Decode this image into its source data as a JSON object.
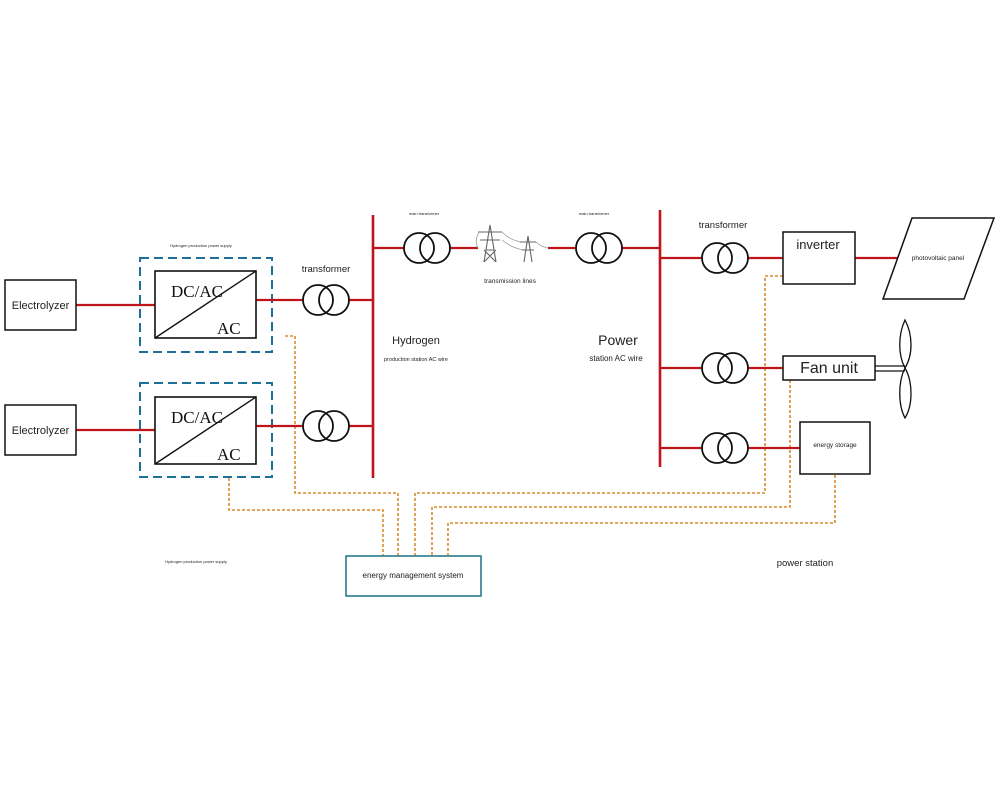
{
  "colors": {
    "ac_wire": "#c0141c",
    "control_wire": "#d98a2b",
    "supply_frame": "#1f6f9b",
    "ems_border": "#2a7a8a",
    "outline": "#111111"
  },
  "hydrogen_side": {
    "supply_caption_top": "Hydrogen production power supply",
    "supply_caption_bottom": "Hydrogen production power supply",
    "electrolyzer_1": "Electrolyzer",
    "electrolyzer_2": "Electrolyzer",
    "converter_1": {
      "top": "DC/AC",
      "bottom": "AC"
    },
    "converter_2": {
      "top": "DC/AC",
      "bottom": "AC"
    },
    "transformer_label": "transformer",
    "bus_title": "Hydrogen",
    "bus_subtitle": "production station AC wire"
  },
  "transmission": {
    "main_transformer_left": "main transformer",
    "main_transformer_right": "main transformer",
    "lines_label": "transmission lines"
  },
  "power_side": {
    "bus_title": "Power",
    "bus_subtitle": "station AC wire",
    "transformer_label": "transformer",
    "inverter": "inverter",
    "pv_panel": "photovoltaic panel",
    "fan_unit": "Fan unit",
    "energy_storage": "energy storage",
    "station_label": "power station"
  },
  "ems": {
    "label": "energy management system"
  },
  "icons": {
    "transformer": "transformer-symbol-icon",
    "tower": "transmission-tower-icon",
    "turbine": "wind-turbine-blade-icon"
  }
}
